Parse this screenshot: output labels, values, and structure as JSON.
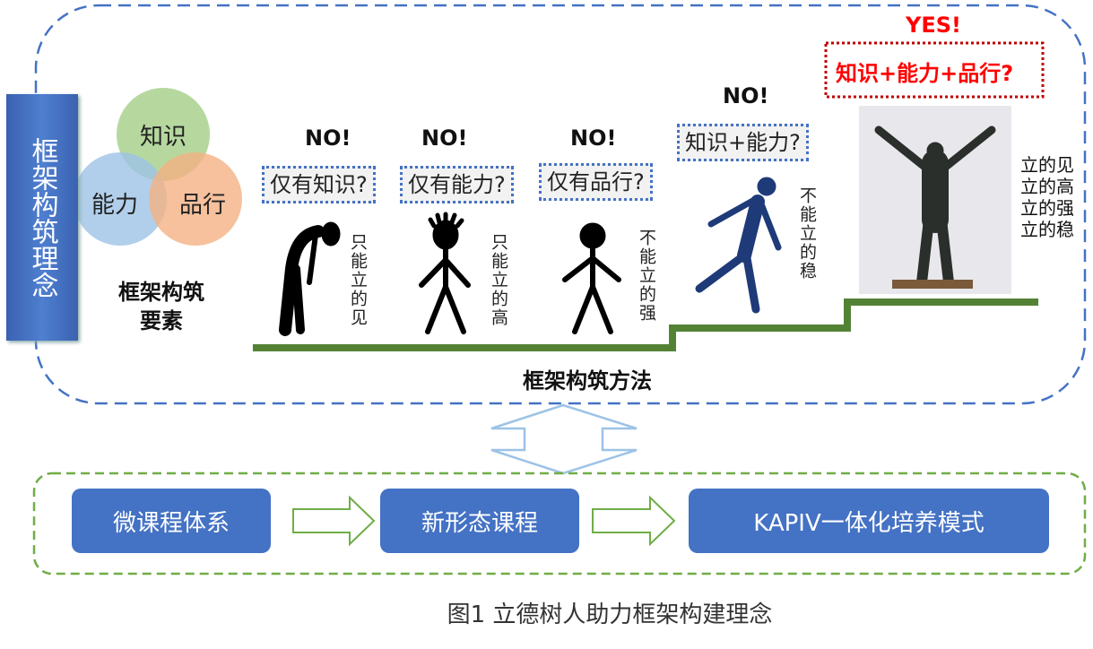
{
  "side_title": "框架构筑理念",
  "venn": {
    "top": "知识",
    "left": "能力",
    "right": "品行"
  },
  "elements_label": [
    "框架构筑",
    "要素"
  ],
  "stages": [
    {
      "verdict": "NO!",
      "question": "仅有知识?",
      "result": "只能立的见"
    },
    {
      "verdict": "NO!",
      "question": "仅有能力?",
      "result": "只能立的高"
    },
    {
      "verdict": "NO!",
      "question": "仅有品行?",
      "result": "不能立的强"
    },
    {
      "verdict": "NO!",
      "question": "知识+能力?",
      "result": "不能立的稳"
    }
  ],
  "final": {
    "verdict": "YES!",
    "question": "知识+能力+品行?",
    "results": [
      "立的见",
      "立的高",
      "立的强",
      "立的稳"
    ]
  },
  "method_label": "框架构筑方法",
  "flow": [
    "微课程体系",
    "新形态课程",
    "KAPIV一体化培养模式"
  ],
  "caption": "图1 立德树人助力框架构建理念",
  "colors": {
    "blue": "#4472c4",
    "green": "#548235",
    "red": "#ff0000"
  }
}
